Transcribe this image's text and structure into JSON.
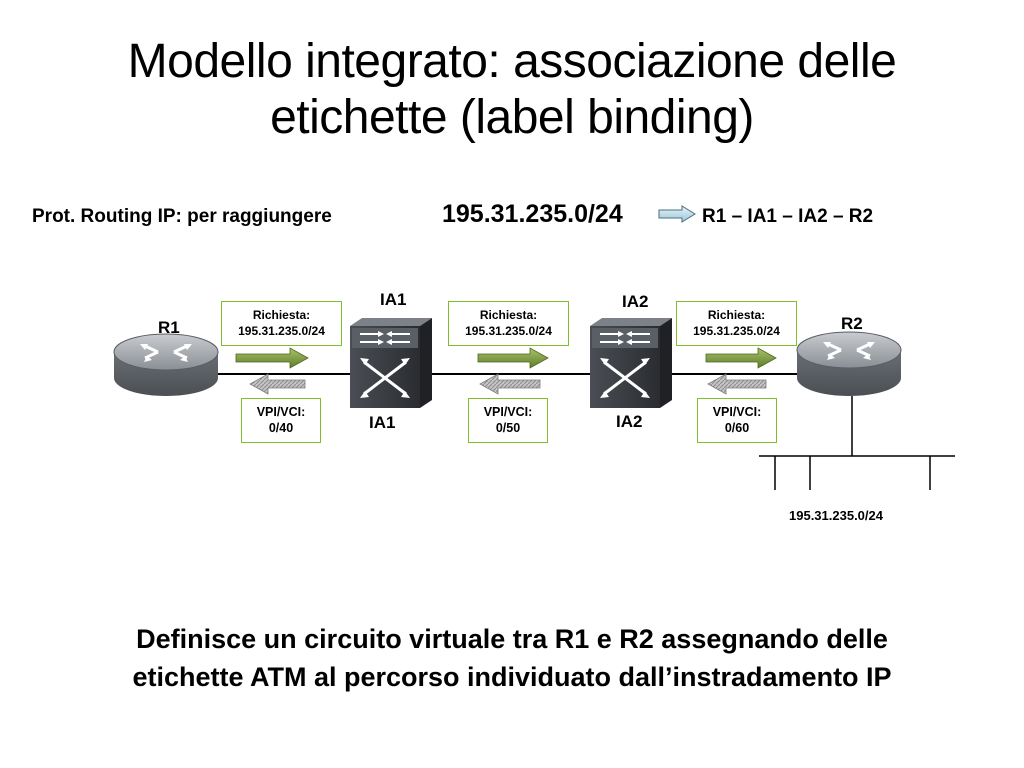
{
  "title": {
    "line1": "Modello integrato: associazione delle",
    "line2": "etichette (label binding)"
  },
  "routing": {
    "label": "Prot. Routing IP: per raggiungere",
    "network": "195.31.235.0/24",
    "path": "R1 – IA1 – IA2 – R2"
  },
  "nodes": {
    "r1": "R1",
    "r2": "R2",
    "ia1_top": "IA1",
    "ia1_bottom": "IA1",
    "ia2_top": "IA2",
    "ia2_bottom": "IA2"
  },
  "requests": [
    {
      "line1": "Richiesta:",
      "line2": "195.31.235.0/24"
    },
    {
      "line1": "Richiesta:",
      "line2": "195.31.235.0/24"
    },
    {
      "line1": "Richiesta:",
      "line2": "195.31.235.0/24"
    }
  ],
  "vpivci": [
    {
      "line1": "VPI/VCI:",
      "line2": "0/40"
    },
    {
      "line1": "VPI/VCI:",
      "line2": "0/50"
    },
    {
      "line1": "VPI/VCI:",
      "line2": "0/60"
    }
  ],
  "lan_network": "195.31.235.0/24",
  "footer": {
    "line1": "Definisce un circuito virtuale tra R1 e R2 assegnando delle",
    "line2": "etichette ATM al percorso individuato dall’instradamento IP"
  },
  "colors": {
    "box_border": "#7fbf2a",
    "arrow_green": "#7a9b3c",
    "arrow_gray": "#a8a8a8",
    "router_body": "#6f747a",
    "switch_body": "#3a3d42"
  }
}
